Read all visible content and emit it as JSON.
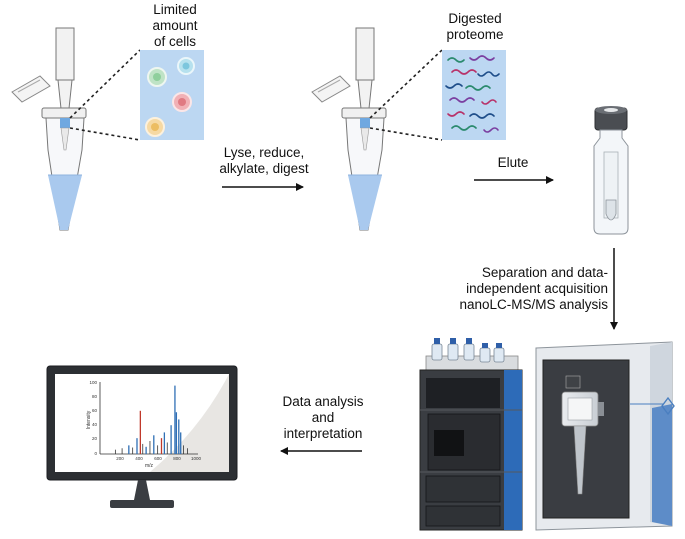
{
  "labels": {
    "cells_line1": "Limited",
    "cells_line2": "amount",
    "cells_line3": "of cells",
    "proteome_line1": "Digested",
    "proteome_line2": "proteome",
    "step1_line1": "Lyse, reduce,",
    "step1_line2": "alkylate, digest",
    "step2": "Elute",
    "step3_line1": "Separation and data-",
    "step3_line2": "independent acquisition",
    "step3_line3": "nanoLC-MS/MS analysis",
    "step4_line1": "Data analysis",
    "step4_line2": "and",
    "step4_line3": "interpretation"
  },
  "spectrum": {
    "ylabel": "Intensity",
    "xlabel": "m/z",
    "yticks": [
      "100",
      "80",
      "60",
      "40",
      "20",
      "0"
    ],
    "xticks": [
      "200",
      "400",
      "600",
      "800",
      "1000"
    ]
  },
  "colors": {
    "tube_liquid": "#a9c9ee",
    "zoom_bg": "#bcd7f2",
    "spectrum_red": "#c0392b",
    "spectrum_blue": "#2f6fb5",
    "spectrum_dark": "#333333",
    "ms_accent": "#4a7fc0"
  }
}
